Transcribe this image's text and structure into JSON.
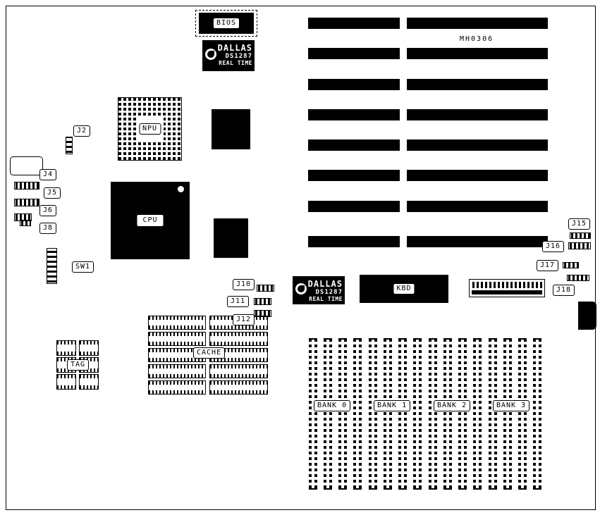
{
  "board": {
    "part_number": "MH0306"
  },
  "components": {
    "bios": "BIOS",
    "npu": "NPU",
    "cpu": "CPU",
    "kbd": "KBD",
    "tag": "TAG",
    "cache": "CACHE",
    "sw1": "SW1"
  },
  "rtc": {
    "brand": "DALLAS",
    "model": "DS1287",
    "type": "REAL TIME"
  },
  "jumpers": {
    "j2": "J2",
    "j4": "J4",
    "j5": "J5",
    "j6": "J6",
    "j8": "J8",
    "j10": "J10",
    "j11": "J11",
    "j12": "J12",
    "j15": "J15",
    "j16": "J16",
    "j17": "J17",
    "j18": "J18"
  },
  "memory_banks": {
    "bank0": "BANK 0",
    "bank1": "BANK 1",
    "bank2": "BANK 2",
    "bank3": "BANK 3"
  },
  "colors": {
    "chip": "#000000",
    "board_bg": "#ffffff",
    "line": "#000000"
  }
}
